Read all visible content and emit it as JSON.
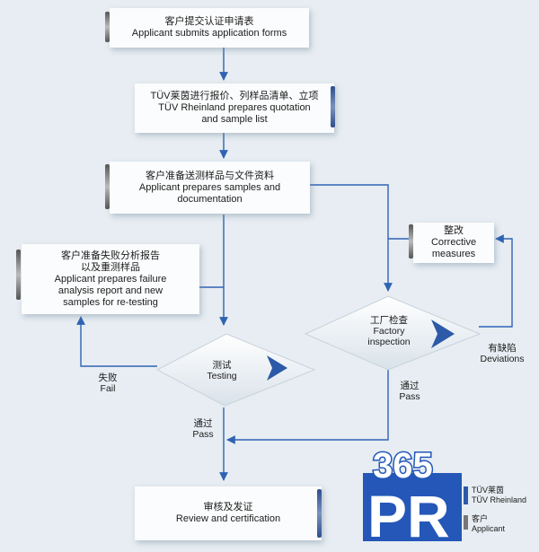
{
  "steps": {
    "submit": {
      "zh": "客户提交认证申请表",
      "en": "Applicant submits application forms"
    },
    "quotation": {
      "zh": "TÜV莱茵进行报价、列样品清单、立项",
      "en1": "TÜV Rheinland prepares quotation",
      "en2": "and sample list"
    },
    "prepare": {
      "zh": "客户准备送测样品与文件资料",
      "en1": "Applicant prepares samples and",
      "en2": "documentation"
    },
    "failure": {
      "zh1": "客户准备失败分析报告",
      "zh2": "以及重测样品",
      "en1": "Applicant prepares failure",
      "en2": "analysis report and new",
      "en3": "samples for re-testing"
    },
    "corrective": {
      "zh": "整改",
      "en1": "Corrective",
      "en2": "measures"
    },
    "review": {
      "zh": "审核及发证",
      "en": "Review and certification"
    }
  },
  "decisions": {
    "testing": {
      "zh": "测试",
      "en": "Testing"
    },
    "factory": {
      "zh": "工厂检查",
      "en1": "Factory",
      "en2": "inspection"
    }
  },
  "edges": {
    "fail": {
      "zh": "失败",
      "en": "Fail"
    },
    "pass_testing": {
      "zh": "通过",
      "en": "Pass"
    },
    "pass_factory": {
      "zh": "通过",
      "en": "Pass"
    },
    "deviations": {
      "zh": "有缺陷",
      "en": "Deviations"
    }
  },
  "logo": {
    "text_365": "365",
    "text_pr": "PR"
  },
  "legend": {
    "tuv_zh": "TÜV莱茵",
    "tuv_en": "TÜV Rheinland",
    "applicant_zh": "客户",
    "applicant_en": "Applicant"
  },
  "colors": {
    "arrow": "#2f63b4",
    "accent": "#1f5fbf",
    "logo_fill": "#2457b8"
  }
}
